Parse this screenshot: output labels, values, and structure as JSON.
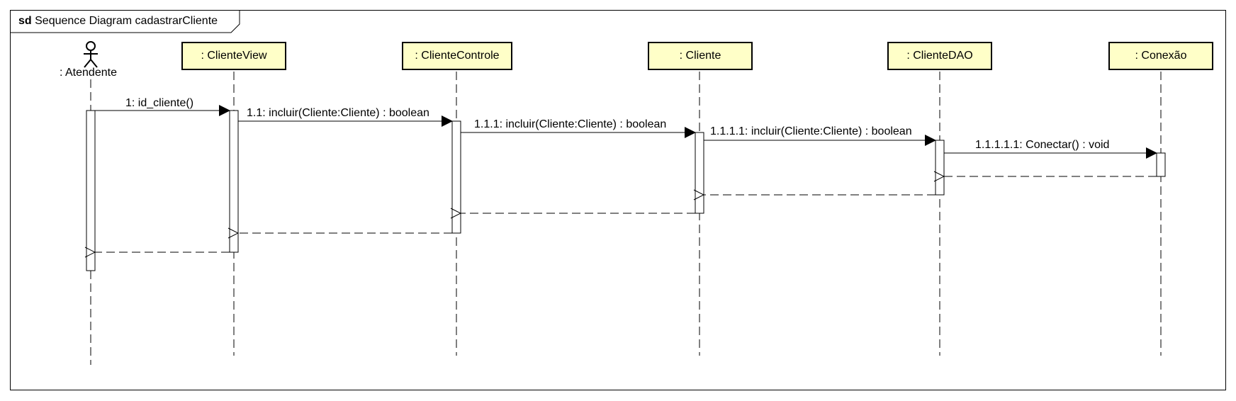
{
  "frame": {
    "keyword": "sd",
    "title": "Sequence Diagram cadastrarCliente"
  },
  "actor": {
    "label": ": Atendente"
  },
  "lifelines": [
    {
      "label": ": ClienteView"
    },
    {
      "label": ": ClienteControle"
    },
    {
      "label": ": Cliente"
    },
    {
      "label": ": ClienteDAO"
    },
    {
      "label": ": Conexão"
    }
  ],
  "messages": [
    {
      "label": "1: id_cliente()",
      "kind": "call"
    },
    {
      "label": "1.1: incluir(Cliente:Cliente) : boolean",
      "kind": "call"
    },
    {
      "label": "1.1.1: incluir(Cliente:Cliente) : boolean",
      "kind": "call"
    },
    {
      "label": "1.1.1.1: incluir(Cliente:Cliente) : boolean",
      "kind": "call"
    },
    {
      "label": "1.1.1.1.1: Conectar() : void",
      "kind": "call"
    }
  ],
  "colors": {
    "lifeline_fill": "#ffffc8",
    "line": "#000000"
  }
}
